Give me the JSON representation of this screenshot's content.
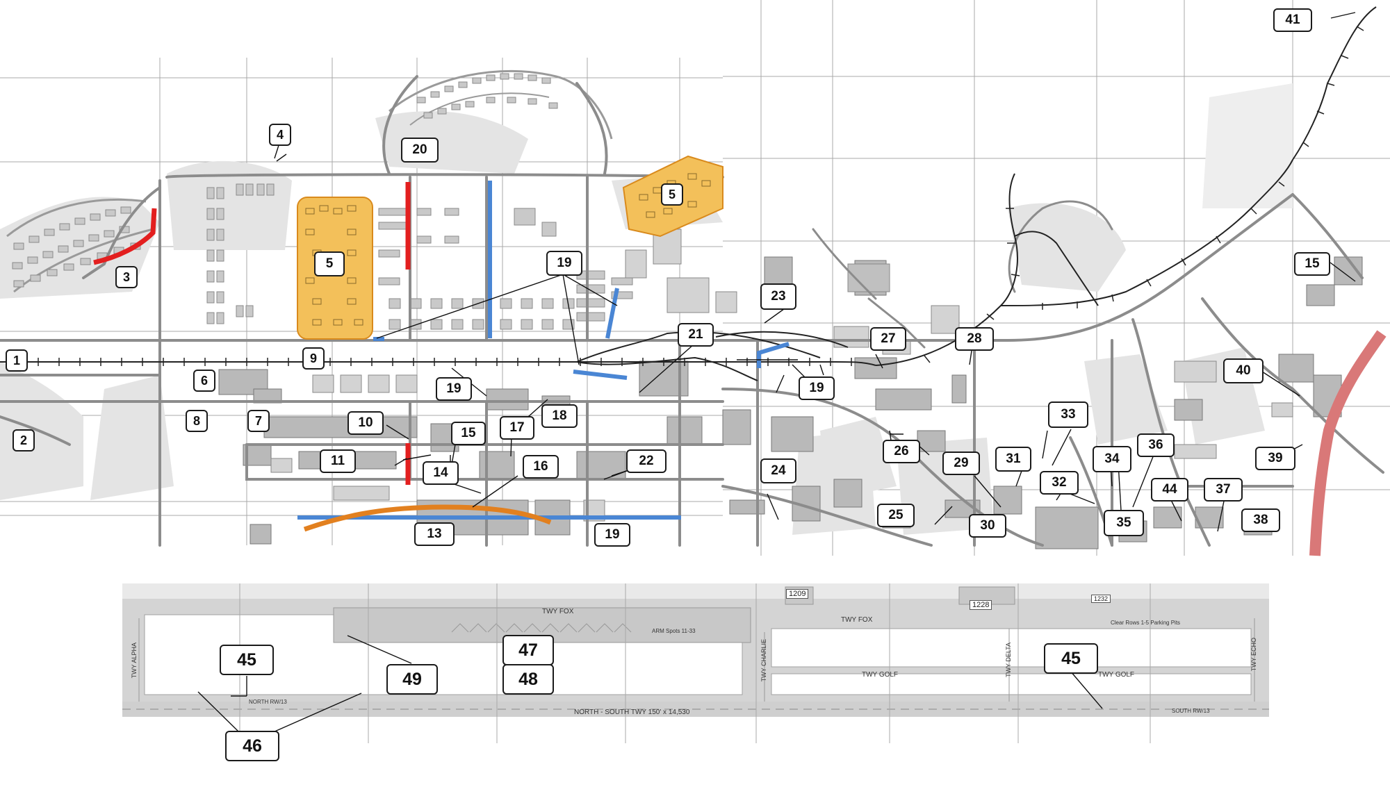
{
  "callouts": {
    "c1": "1",
    "c2": "2",
    "c3": "3",
    "c4": "4",
    "c5a": "5",
    "c5b": "5",
    "c6": "6",
    "c7": "7",
    "c8": "8",
    "c9": "9",
    "c10": "10",
    "c11": "11",
    "c13": "13",
    "c14": "14",
    "c15a": "15",
    "c15b": "15",
    "c16": "16",
    "c17": "17",
    "c18": "18",
    "c19a": "19",
    "c19b": "19",
    "c19c": "19",
    "c19d": "19",
    "c20": "20",
    "c21": "21",
    "c22": "22",
    "c23": "23",
    "c24": "24",
    "c25": "25",
    "c26": "26",
    "c27": "27",
    "c28": "28",
    "c29": "29",
    "c30": "30",
    "c31": "31",
    "c32": "32",
    "c33": "33",
    "c34": "34",
    "c35": "35",
    "c36": "36",
    "c37": "37",
    "c38": "38",
    "c39": "39",
    "c40": "40",
    "c41": "41",
    "c44": "44",
    "c45a": "45",
    "c45b": "45",
    "c46": "46",
    "c47": "47",
    "c48": "48",
    "c49": "49"
  },
  "airfield_labels": {
    "twy_fox_west": "TWY FOX",
    "twy_fox_east": "TWY FOX",
    "twy_golf_1": "TWY GOLF",
    "twy_golf_2": "TWY GOLF",
    "twy_alpha": "TWY ALPHA",
    "twy_charlie": "TWY CHARLIE",
    "twy_delta": "TWY DELTA",
    "twy_echo": "TWY ECHO",
    "runway": "NORTH - SOUTH  TWY 150' x 14,530",
    "bldg_1209": "1209",
    "bldg_1228": "1228",
    "bldg_1232": "1232",
    "arm_apron": "ARM Spots 11-33",
    "clear_zone": "Clear Rows 1-5 Parking Pits",
    "north_rw": "NORTH RW/13",
    "south_rw": "SOUTH RW/13"
  },
  "colors": {
    "red_segment": "#e31f1f",
    "blue_segment": "#4a86d4",
    "orange_segment": "#e2801f",
    "highlight_area": "#f3c05a",
    "highlight_border": "#d98a1c",
    "pink_segment": "#d97878",
    "road": "#8c8c8c",
    "building": "#bdbdbd",
    "airfield": "#d4d4d4"
  }
}
